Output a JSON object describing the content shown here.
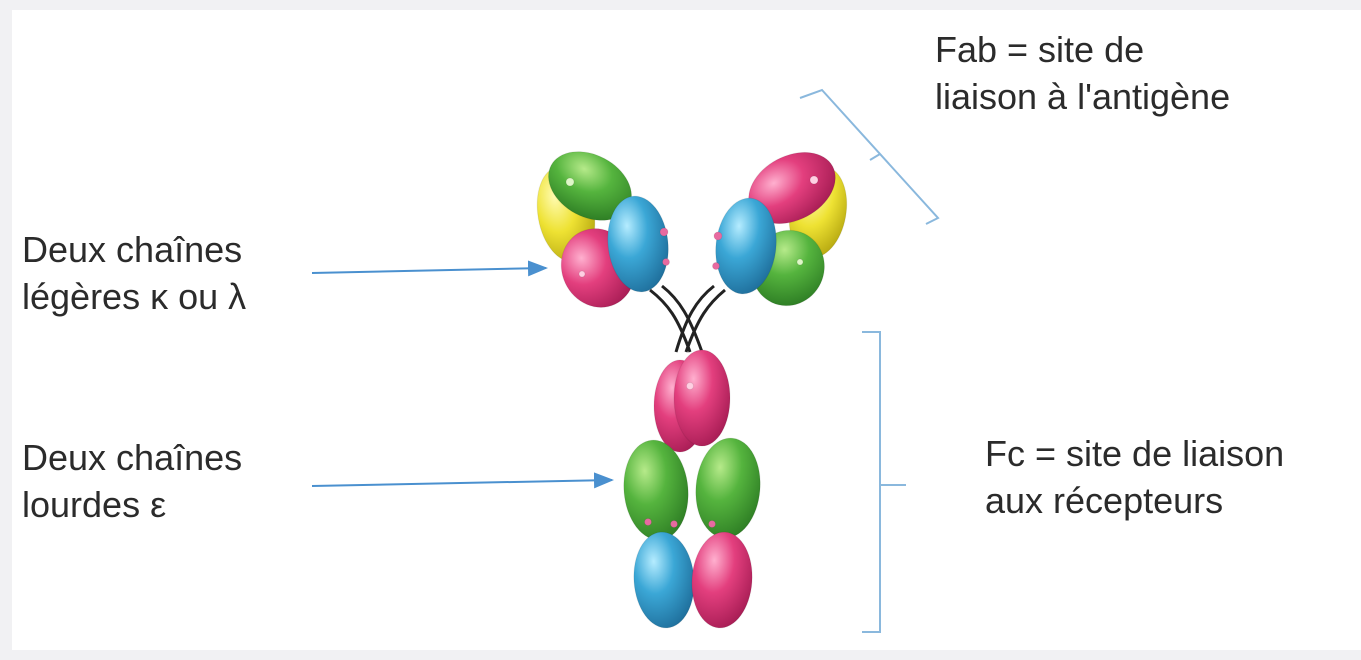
{
  "labels": {
    "fab": {
      "line1": "Fab = site de",
      "line2": "liaison à l'antigène"
    },
    "light_chains": {
      "line1": "Deux chaînes",
      "line2": "légères κ ou λ"
    },
    "heavy_chains": {
      "line1": "Deux chaînes",
      "line2": "lourdes ε"
    },
    "fc": {
      "line1": "Fc = site de liaison",
      "line2": "aux récepteurs"
    }
  },
  "colors": {
    "green": "#4caf3a",
    "pink": "#e2397a",
    "blue": "#3aa6d4",
    "yellow": "#eee233",
    "arrow": "#4a90cf",
    "bracket": "#8ab8dd",
    "hinge": "#222222"
  }
}
